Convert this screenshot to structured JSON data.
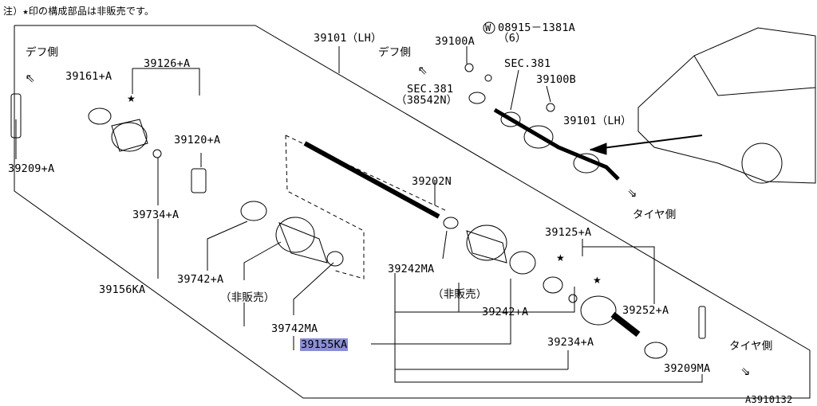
{
  "header": {
    "note": "注）★印の構成部品は非販売です。"
  },
  "footer": {
    "figure_code": "A3910132"
  },
  "direction": {
    "diff_side": "デフ側",
    "tire_side": "タイヤ側"
  },
  "parts": {
    "p39101_top": "39101（LH）",
    "p39101_right": "39101（LH）",
    "p39100A": "39100A",
    "p08915": "08915－1381A",
    "p08915_qty": "（6）",
    "washer_mark": "W",
    "sec381_a": "SEC.381",
    "sec381_b": "SEC.381",
    "p38542N": "（38542N）",
    "p39100B": "39100B",
    "p39161A": "39161+A",
    "p39126A": "39126+A",
    "p39120A": "39120+A",
    "p39209A": "39209+A",
    "p39734A": "39734+A",
    "p39202N": "39202N",
    "p39742A": "39742+A",
    "not_sold_1": "（非販売）",
    "p39156KA": "39156KA",
    "p39742MA": "39742MA",
    "p39155KA": "39155KA",
    "p39242MA": "39242MA",
    "not_sold_2": "（非販売）",
    "p39242A": "39242+A",
    "p39125A": "39125+A",
    "p39252A": "39252+A",
    "p39234A": "39234+A",
    "p39209MA": "39209MA"
  },
  "colors": {
    "highlight": "#8a8fd6",
    "line": "#000000"
  }
}
